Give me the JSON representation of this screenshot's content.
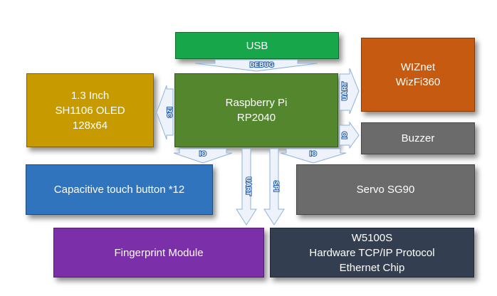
{
  "blocks": {
    "usb": {
      "lines": [
        "USB"
      ],
      "color": "#17a64a"
    },
    "rpi": {
      "lines": [
        "Raspberry Pi",
        "RP2040"
      ],
      "color": "#54862e"
    },
    "oled": {
      "lines": [
        "1.3 Inch",
        "SH1106 OLED",
        "128x64"
      ],
      "color": "#c79a00"
    },
    "wiznet": {
      "lines": [
        "WIZnet",
        "WizFi360"
      ],
      "color": "#c65a10"
    },
    "buzzer": {
      "lines": [
        "Buzzer"
      ],
      "color": "#6b6b6b"
    },
    "touch": {
      "lines": [
        "Capacitive touch button *12"
      ],
      "color": "#2f74bd"
    },
    "servo": {
      "lines": [
        "Servo SG90"
      ],
      "color": "#6b6b6b"
    },
    "fingerprint": {
      "lines": [
        "Fingerprint Module"
      ],
      "color": "#7b2fa8"
    },
    "w5100s": {
      "lines": [
        "W5100S",
        "Hardware TCP/IP Protocol",
        "Ethernet Chip"
      ],
      "color": "#333f50"
    }
  },
  "arrows": {
    "debug": "DEBUG",
    "i2c": "I2C",
    "uart_wiznet": "UART",
    "io_buzzer": "IO",
    "io_touch": "IO",
    "io_servo": "IO",
    "uart_fingerprint": "UART",
    "spi": "SPI"
  }
}
